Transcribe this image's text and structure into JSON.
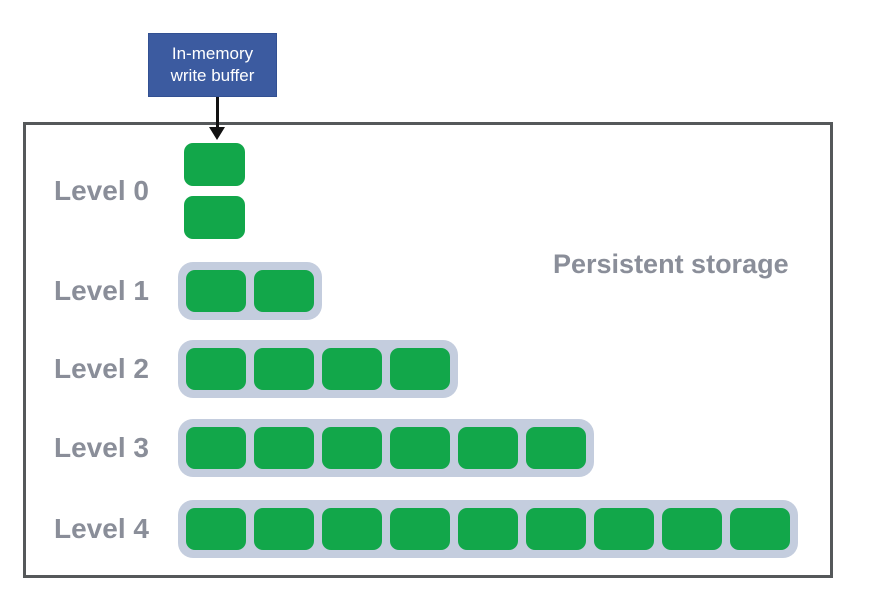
{
  "diagram": {
    "write_buffer": {
      "line1": "In-memory",
      "line2": "write buffer"
    },
    "persistent_storage_label": "Persistent storage",
    "levels": [
      {
        "label": "Level 0",
        "sstable_count": 2,
        "grouped": false,
        "layout": "vertical-stack"
      },
      {
        "label": "Level 1",
        "sstable_count": 2,
        "grouped": true,
        "layout": "horizontal-row"
      },
      {
        "label": "Level 2",
        "sstable_count": 4,
        "grouped": true,
        "layout": "horizontal-row"
      },
      {
        "label": "Level 3",
        "sstable_count": 6,
        "grouped": true,
        "layout": "horizontal-row"
      },
      {
        "label": "Level 4",
        "sstable_count": 9,
        "grouped": true,
        "layout": "horizontal-row"
      }
    ],
    "colors": {
      "sstable_green": "#12a74a",
      "group_background": "#c4cdde",
      "buffer_blue": "#3c5ba0",
      "label_gray": "#8a8e99",
      "border_gray": "#55585a",
      "arrow_black": "#111111"
    }
  }
}
